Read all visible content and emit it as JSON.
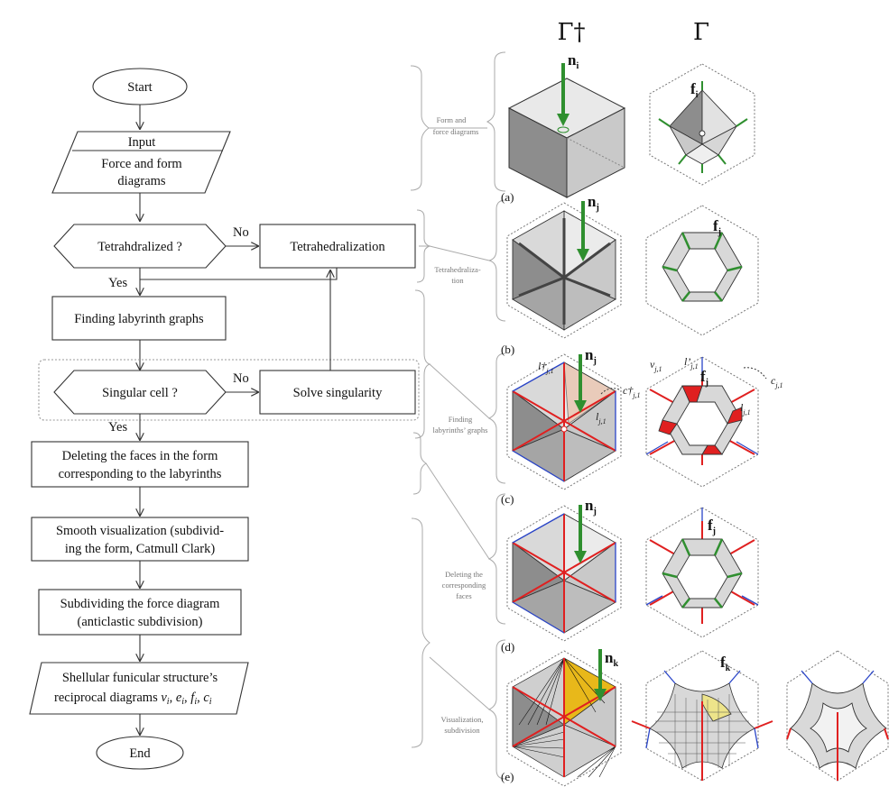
{
  "headers": {
    "gamma_dagger": "Γ†",
    "gamma": "Γ"
  },
  "flowchart": {
    "start": "Start",
    "input_title": "Input",
    "input_body_1": "Force and form",
    "input_body_2": "diagrams",
    "decision1": "Tetrahdralized ?",
    "decision1_no": "No",
    "decision1_yes": "Yes",
    "process_tetra": "Tetrahedralization",
    "finding": "Finding labyrinth graphs",
    "decision2": "Singular cell ?",
    "decision2_no": "No",
    "decision2_yes": "Yes",
    "process_solve": "Solve singularity",
    "deleting_1": "Deleting the faces in the form",
    "deleting_2": "corresponding to the labyrinths",
    "smooth_1": "Smooth visualization (subdivid-",
    "smooth_2": "ing the form, Catmull Clark)",
    "subdiv_1": "Subdividing the force diagram",
    "subdiv_2": "(anticlastic subdivision)",
    "shell_1": "Shellular funicular structure’s",
    "shell_2_prefix": "reciprocal diagrams ",
    "shell_v": "v",
    "shell_e": "e",
    "shell_f": "f",
    "shell_c": "c",
    "shell_i": "i",
    "end": "End"
  },
  "steps": [
    {
      "label_1": "Form and",
      "label_2": "force diagrams",
      "tag": "(a)",
      "n": "n",
      "n_sub": "i",
      "f": "f",
      "f_sub": "i"
    },
    {
      "label_1": "Tetrahedraliza-",
      "label_2": "tion",
      "tag": "(b)",
      "n": "n",
      "n_sub": "j",
      "f": "f",
      "f_sub": "j"
    },
    {
      "label_1": "Finding",
      "label_2": "labyrinths’ graphs",
      "tag": "(c)",
      "n": "n",
      "n_sub": "j",
      "f": "f",
      "f_sub": "j"
    },
    {
      "label_1": "Deleting the",
      "label_2": "corresponding",
      "label_3": "faces",
      "tag": "(d)",
      "n": "n",
      "n_sub": "j",
      "f": "f",
      "f_sub": "j"
    },
    {
      "label_1": "Visualization,",
      "label_2": "subdivision",
      "tag": "(e)",
      "n": "n",
      "n_sub": "k",
      "f": "f",
      "f_sub": "k"
    }
  ],
  "annotations": {
    "l_dagger": "l†",
    "l_dagger_sub": "j,1",
    "c_dagger": "c†",
    "c_dagger_sub": "j,1",
    "l_plain": "l",
    "l_plain_sub": "j,1",
    "v": "v",
    "v_sub": "j,1",
    "l_prime": "l’",
    "l_prime_sub": "j,1",
    "c": "c",
    "c_sub": "j,1",
    "l_right": "l",
    "l_right_sub": "j,1"
  },
  "colors": {
    "green": "#2f8f2f",
    "red": "#e02020",
    "blue": "#2a45c8",
    "yellow": "#e8b81a",
    "gray_light": "#e6e6e6",
    "gray_mid": "#c9c9c9",
    "gray_dark": "#8a8a8a"
  }
}
